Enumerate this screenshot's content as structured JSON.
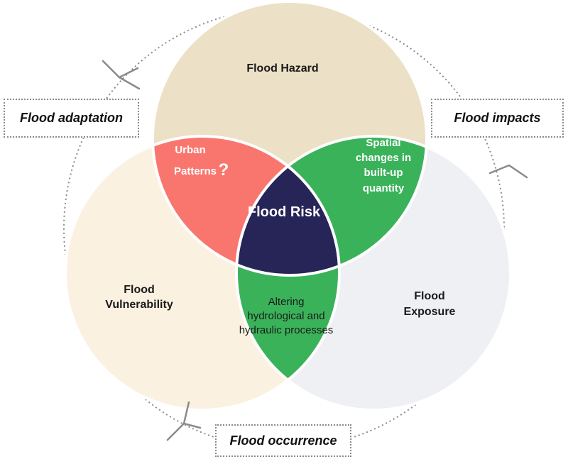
{
  "colors": {
    "hazard": "#ece0c6",
    "vulnerability": "#fbf1e1",
    "exposure": "#eff0f3",
    "urban_patterns": "#f9766e",
    "built_up": "#3ab25a",
    "hydrological": "#3ab25a",
    "risk": "#272458",
    "cycle_line": "#8a8a8a"
  },
  "circles": {
    "hazard": "Flood Hazard",
    "vulnerability_line1": "Flood",
    "vulnerability_line2": "Vulnerability",
    "exposure_line1": "Flood",
    "exposure_line2": "Exposure"
  },
  "intersections": {
    "urban_line1": "Urban",
    "urban_line2": "Patterns",
    "urban_mark": "?",
    "builtup_line1": "Spatial",
    "builtup_line2": "changes in",
    "builtup_line3": "built-up",
    "builtup_line4": "quantity",
    "hydro_line1": "Altering",
    "hydro_line2": "hydrological and",
    "hydro_line3": "hydraulic processes",
    "center": "Flood Risk"
  },
  "cycle": {
    "adaptation": "Flood adaptation",
    "impacts": "Flood impacts",
    "occurrence": "Flood occurrence"
  }
}
